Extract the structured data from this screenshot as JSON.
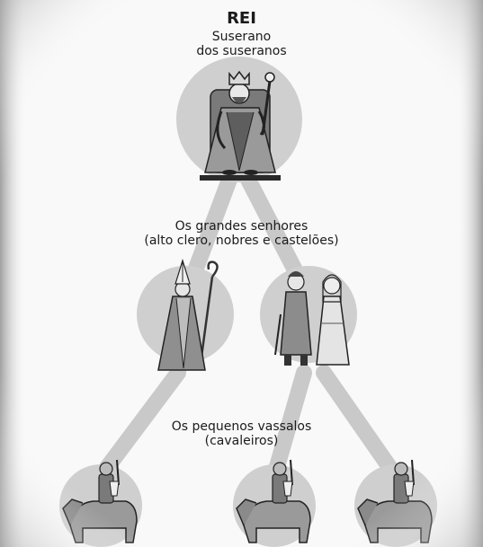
{
  "diagram": {
    "king": {
      "title": "REI",
      "subtitle_line1": "Suserano",
      "subtitle_line2": "dos suseranos"
    },
    "lords": {
      "line1": "Os grandes senhores",
      "line2": "(alto clero, nobres e castelões)"
    },
    "vassals": {
      "line1": "Os pequenos vassalos",
      "line2": "(cavaleiros)"
    }
  }
}
